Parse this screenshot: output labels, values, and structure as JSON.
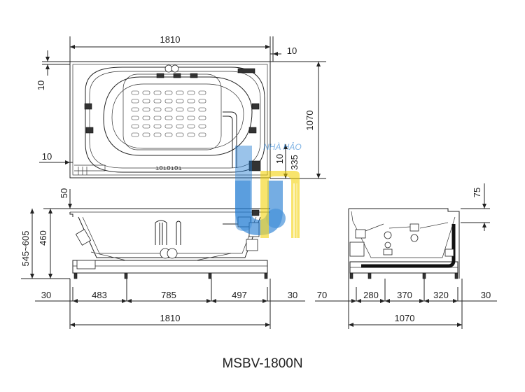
{
  "model": "MSBV-1800N",
  "watermark_text": "NHÀ HẢO",
  "colors": {
    "line": "#222222",
    "logo_blue": "#1f7ad1",
    "logo_yellow": "#f2d000"
  },
  "top_view": {
    "overall_width": "1810",
    "right_offset": "10",
    "overall_depth": "1070",
    "top_margin": "10",
    "left_margin": "10",
    "drain_offset": "335",
    "drain_gap": "10"
  },
  "side_view": {
    "rim_offset": "50",
    "height": "460",
    "leg_range": "545~605",
    "seg_left": "30",
    "seg_a": "483",
    "seg_b": "785",
    "seg_c": "497",
    "seg_right": "30",
    "overall": "1810"
  },
  "end_view": {
    "rim_height": "75",
    "seg_left": "70",
    "seg_a": "280",
    "seg_b": "370",
    "seg_c": "320",
    "seg_right": "30",
    "overall": "1070"
  }
}
